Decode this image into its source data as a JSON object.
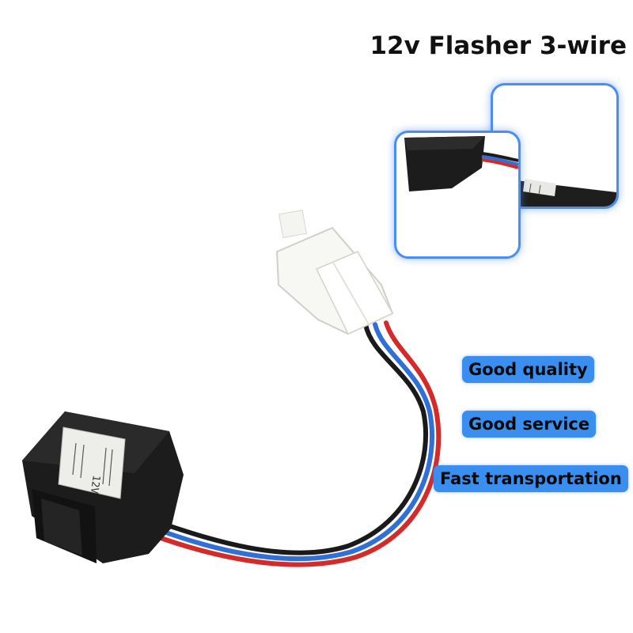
{
  "title": "12v Flasher 3-wire",
  "badges": {
    "quality": "Good quality",
    "service": "Good service",
    "transport": "Fast transportation"
  },
  "product": {
    "label_voltage": "12V",
    "wire_colors": [
      "#d42a2a",
      "#2f6fd6",
      "#1a1a1a"
    ],
    "accent_color": "#3a8ef0"
  }
}
